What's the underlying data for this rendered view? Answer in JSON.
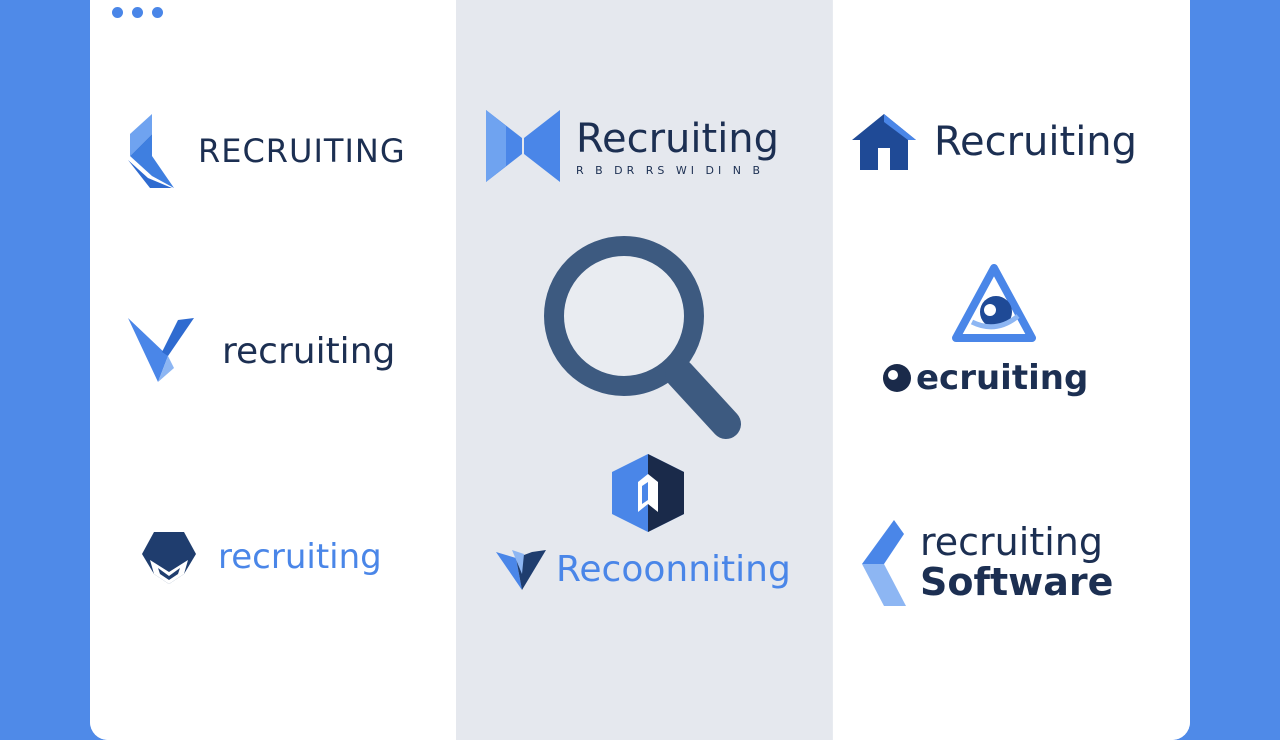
{
  "logos": [
    {
      "id": "logo-1",
      "text": "RECRUITING"
    },
    {
      "id": "logo-2",
      "text": "recruiting"
    },
    {
      "id": "logo-3",
      "text": "recruiting"
    },
    {
      "id": "logo-4",
      "text": "Recruiting",
      "tagline": "R B DR RS WI DI N B"
    },
    {
      "id": "logo-5",
      "text": "Recoonniting"
    },
    {
      "id": "logo-6",
      "text": "Recruiting"
    },
    {
      "id": "logo-7",
      "text": "ecruiting"
    },
    {
      "id": "logo-8",
      "line1": "recruiting",
      "line2": "Software"
    }
  ],
  "colors": {
    "background": "#4f8ae8",
    "card": "#ffffff",
    "middle_column": "#e5e8ee",
    "navy": "#1c2f52",
    "accent_blue": "#4a86e8",
    "icon_navy": "#3d5a80"
  },
  "icons": {
    "center": "magnifying-glass-icon"
  }
}
